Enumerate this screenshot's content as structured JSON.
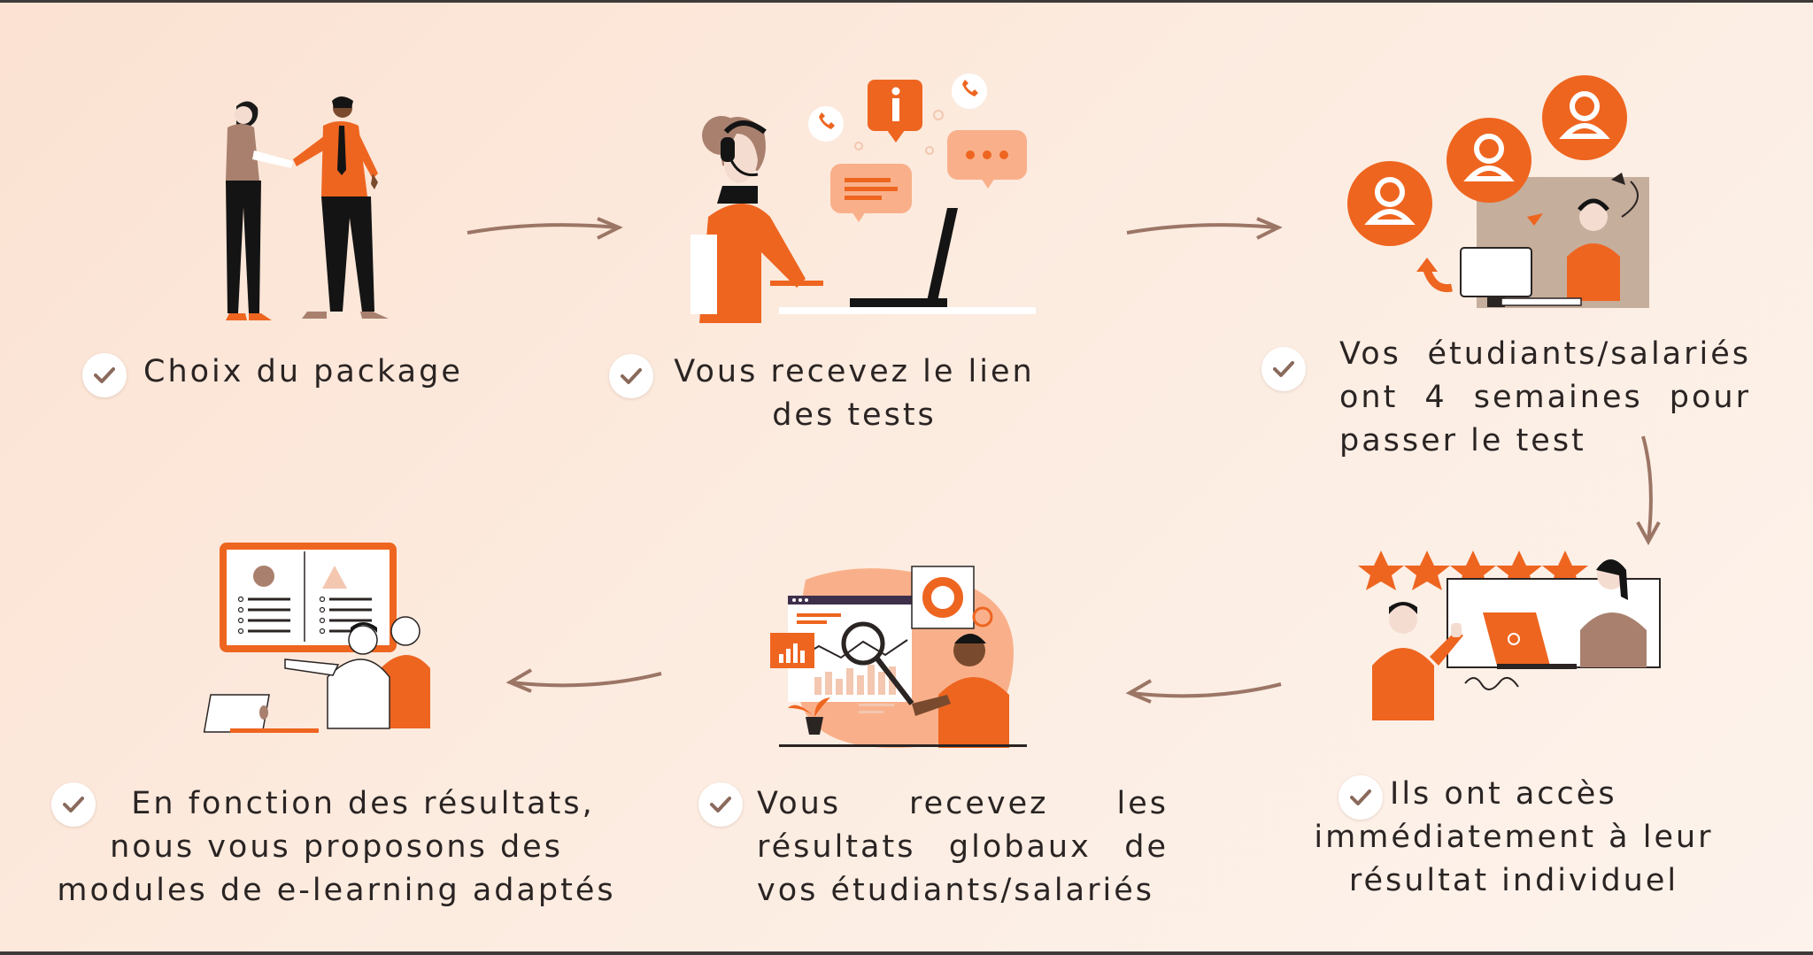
{
  "colors": {
    "accent": "#ee6520",
    "brown": "#8a6a5c",
    "arrow": "#9b7565",
    "text": "#2a2423",
    "check": "#8a6a5c",
    "background": "#fbe2d2"
  },
  "steps": [
    {
      "lines": [
        "Choix du package"
      ],
      "illustration": "handshake-illustration"
    },
    {
      "lines": [
        "Vous recevez le lien",
        "des tests"
      ],
      "illustration": "support-agent-illustration"
    },
    {
      "lines": [
        "Vos étudiants/salariés",
        "ont 4 semaines pour",
        "passer le test"
      ],
      "illustration": "online-testing-illustration"
    },
    {
      "lines": [
        "Ils ont accès",
        "immédiatement à leur",
        "résultat individuel"
      ],
      "illustration": "rating-results-illustration"
    },
    {
      "lines": [
        "Vous recevez les",
        "résultats globaux de",
        "vos étudiants/salariés"
      ],
      "illustration": "analytics-illustration"
    },
    {
      "lines": [
        "En fonction des résultats,",
        "nous vous proposons des",
        "modules de e-learning adaptés"
      ],
      "illustration": "elearning-presentation-illustration"
    }
  ],
  "icons": {
    "check": "check-icon",
    "arrow": "flow-arrow-icon"
  }
}
